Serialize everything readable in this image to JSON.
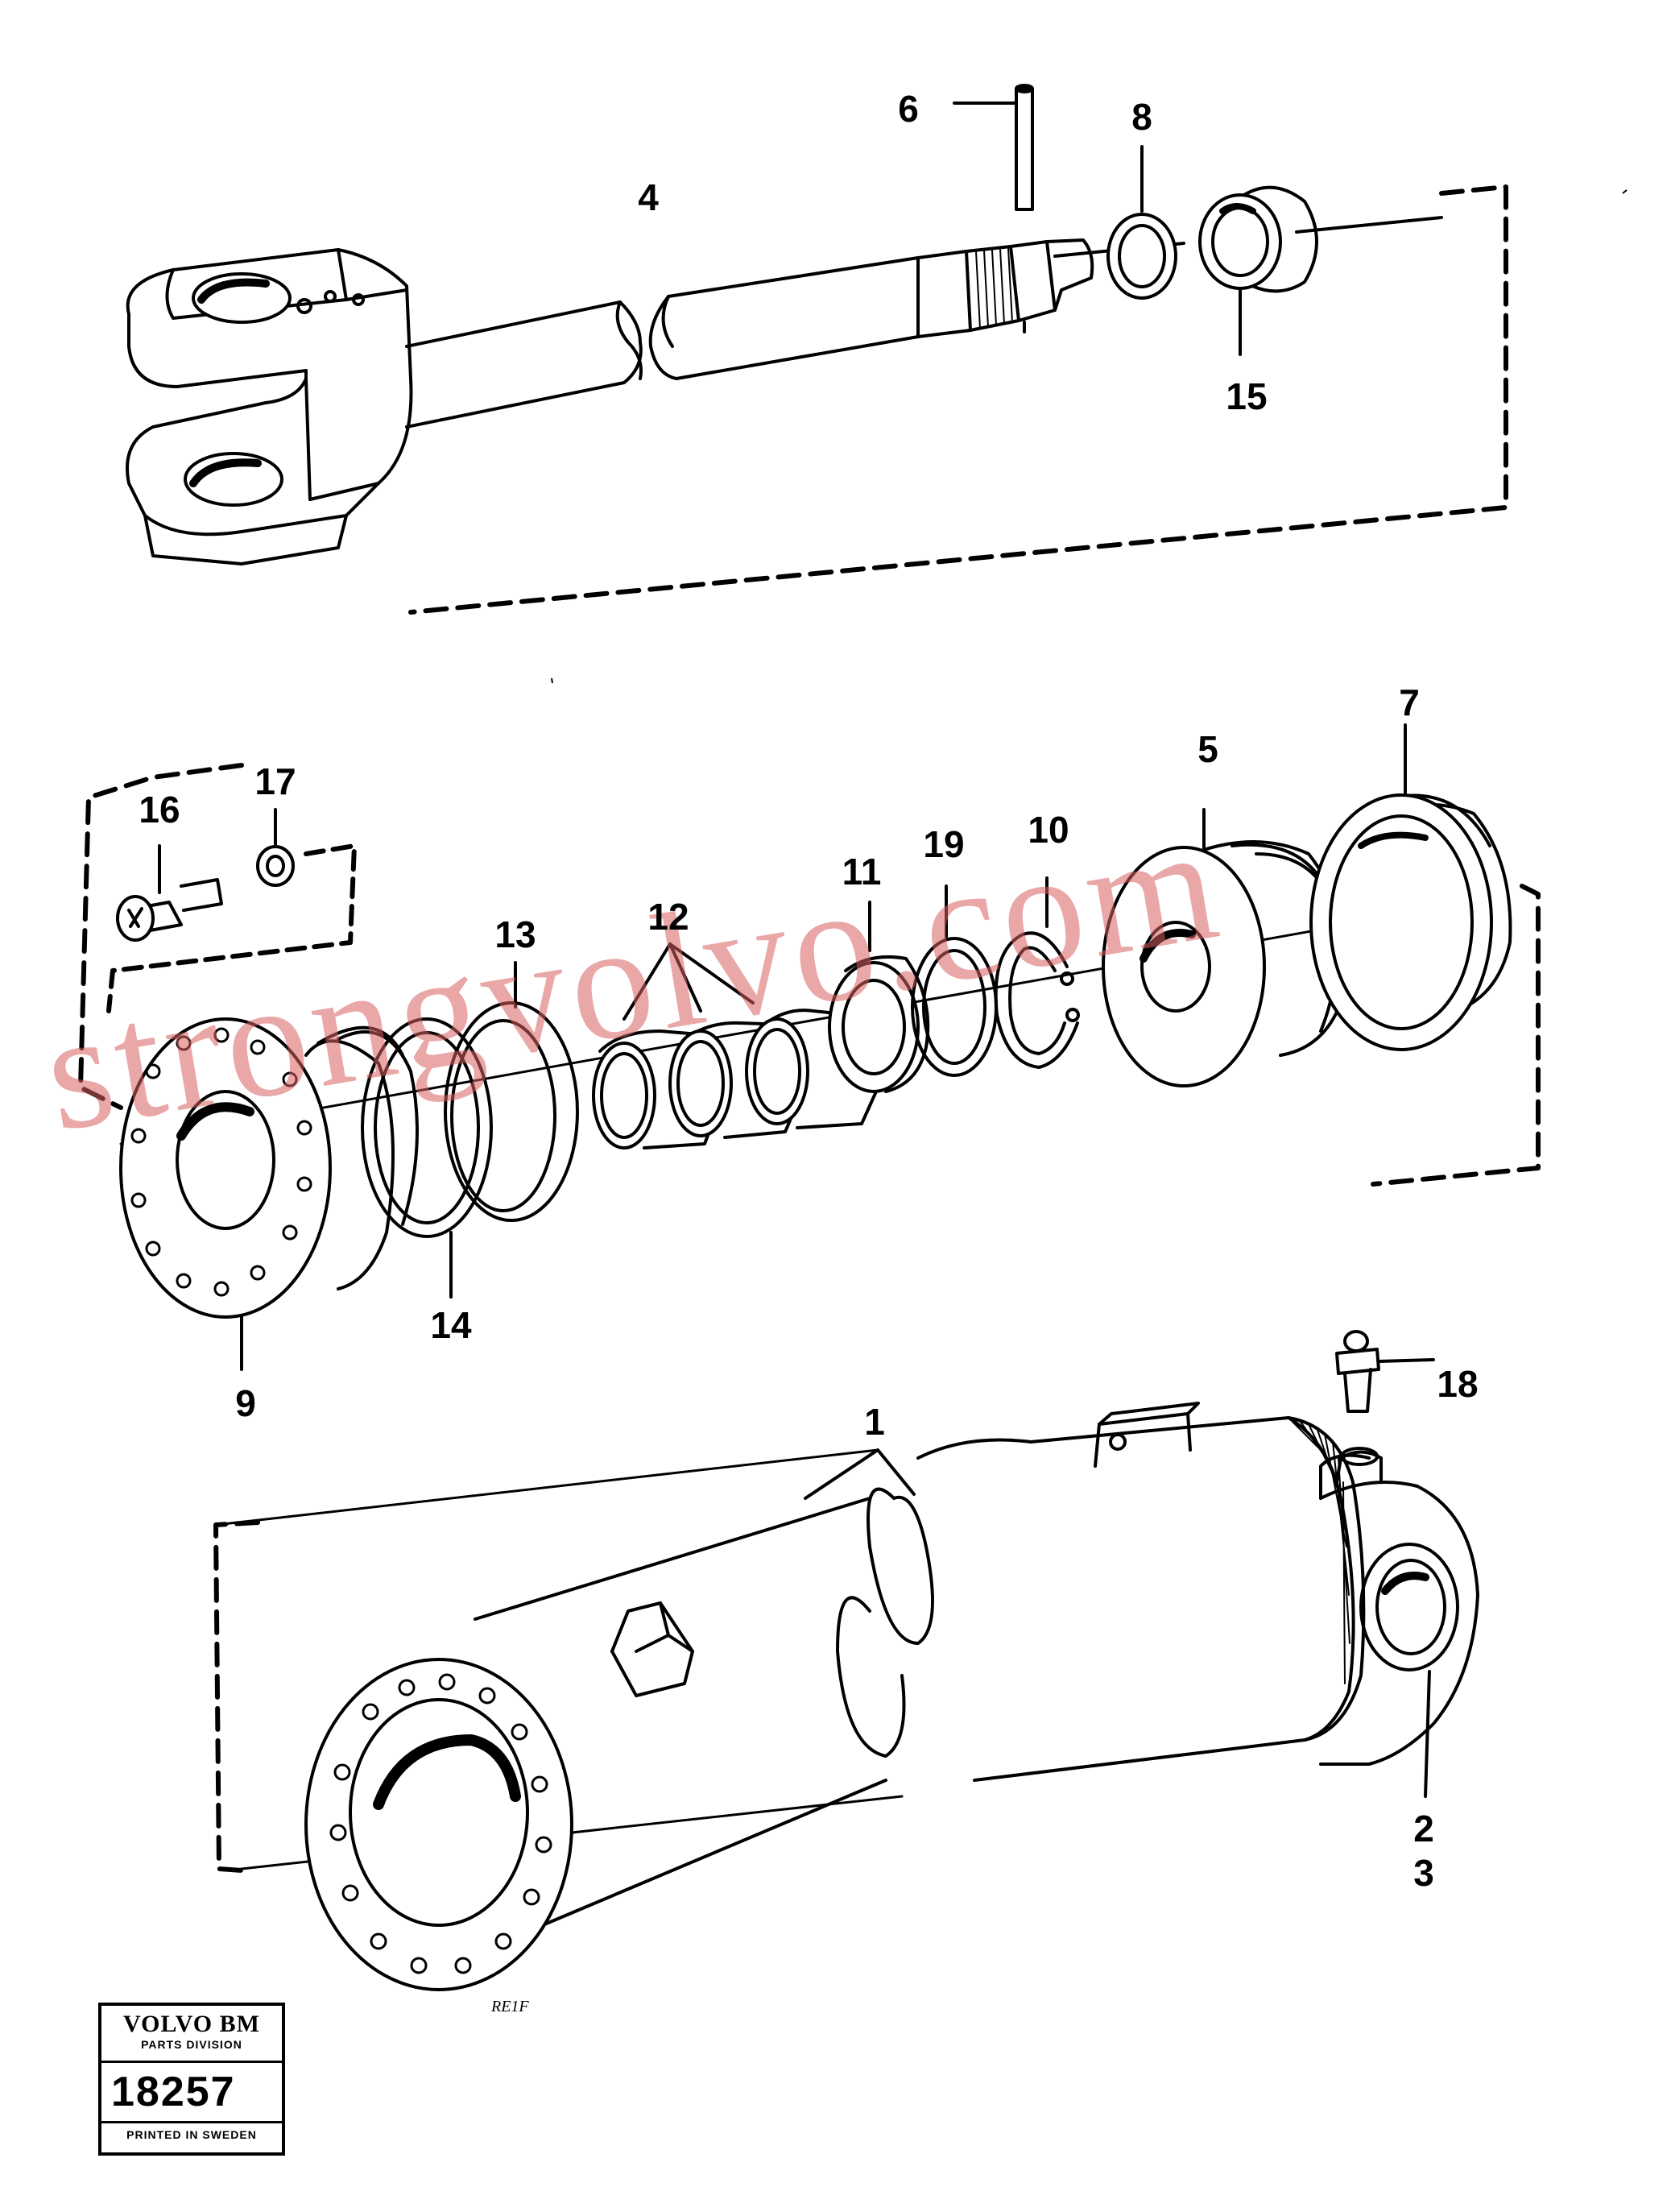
{
  "callouts": {
    "c1": "1",
    "c2": "2",
    "c3": "3",
    "c4": "4",
    "c5": "5",
    "c6": "6",
    "c7": "7",
    "c8": "8",
    "c9": "9",
    "c10": "10",
    "c11": "11",
    "c12": "12",
    "c13": "13",
    "c14": "14",
    "c15": "15",
    "c16": "16",
    "c17": "17",
    "c18": "18",
    "c19": "19"
  },
  "watermark": "strongvolvo.com",
  "plate": {
    "brand": "VOLVO BM",
    "division": "PARTS DIVISION",
    "number": "18257",
    "printed": "PRINTED IN SWEDEN"
  },
  "signature": "RE1F",
  "colors": {
    "ink": "#000000",
    "paper": "#ffffff",
    "watermark": "#d75f5f"
  }
}
